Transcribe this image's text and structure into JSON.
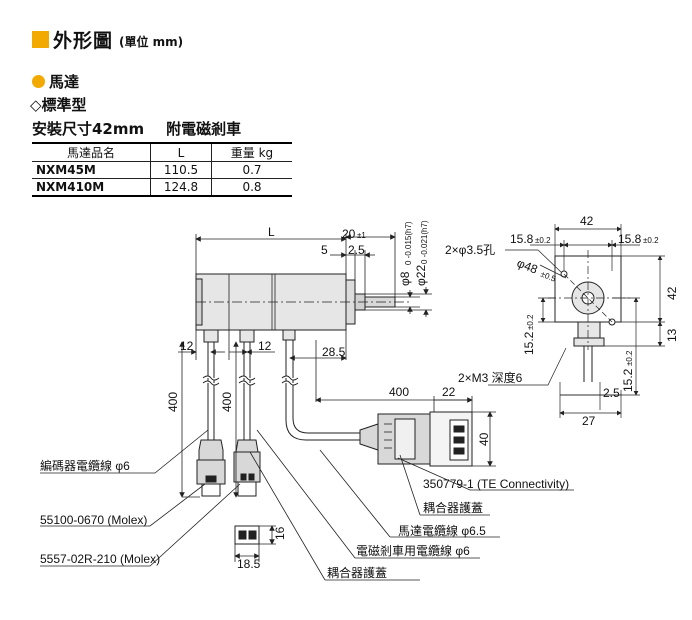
{
  "header": {
    "title": "外形圖",
    "unit": "(單位 mm)"
  },
  "section": "馬達",
  "variant": "◇標準型",
  "model_line": {
    "left": "安裝尺寸42mm",
    "right": "附電磁剎車"
  },
  "table": {
    "headers": [
      "馬達品名",
      "L",
      "重量 kg"
    ],
    "rows": [
      [
        "NXM45M",
        "110.5",
        "0.7"
      ],
      [
        "NXM410M",
        "124.8",
        "0.8"
      ]
    ]
  },
  "dims": {
    "L": "L",
    "d20": "20",
    "d20tol": "±1",
    "d5": "5",
    "d2_5": "2.5",
    "phi8": "φ8",
    "phi8tol": "0\n-0.015(h7)",
    "phi22": "φ22",
    "phi22tol": "0\n-0.021(h7)",
    "d12a": "12",
    "d12b": "12",
    "d28_5": "28.5",
    "d400a": "400",
    "d400b": "400",
    "d400c": "400",
    "d22": "22",
    "d40": "40",
    "d16": "16",
    "d18_5": "18.5",
    "d42top": "42",
    "d15_8l": "15.8",
    "d15_8r": "15.8",
    "tol02": "±0.2",
    "holes": "2×φ3.5孔",
    "pcd": "φ48",
    "pcdtol": "±0.5",
    "d42r": "42",
    "d13": "13",
    "d15_2l": "15.2",
    "d15_2r": "15.2",
    "d2_5b": "2.5",
    "d27": "27",
    "m3": "2×M3 深度6"
  },
  "callouts": {
    "encoder_cable": "編碼器電纜線 φ6",
    "molex1": "55100-0670 (Molex)",
    "molex2": "5557-02R-210 (Molex)",
    "te": "350779-1 (TE Connectivity)",
    "cover1": "耦合器護蓋",
    "motor_cable": "馬達電纜線 φ6.5",
    "brake_cable": "電磁剎車用電纜線 φ6",
    "cover2": "耦合器護蓋"
  },
  "colors": {
    "accent": "#f2a900",
    "body_fill": "#e6e6e6",
    "line": "#222222"
  }
}
